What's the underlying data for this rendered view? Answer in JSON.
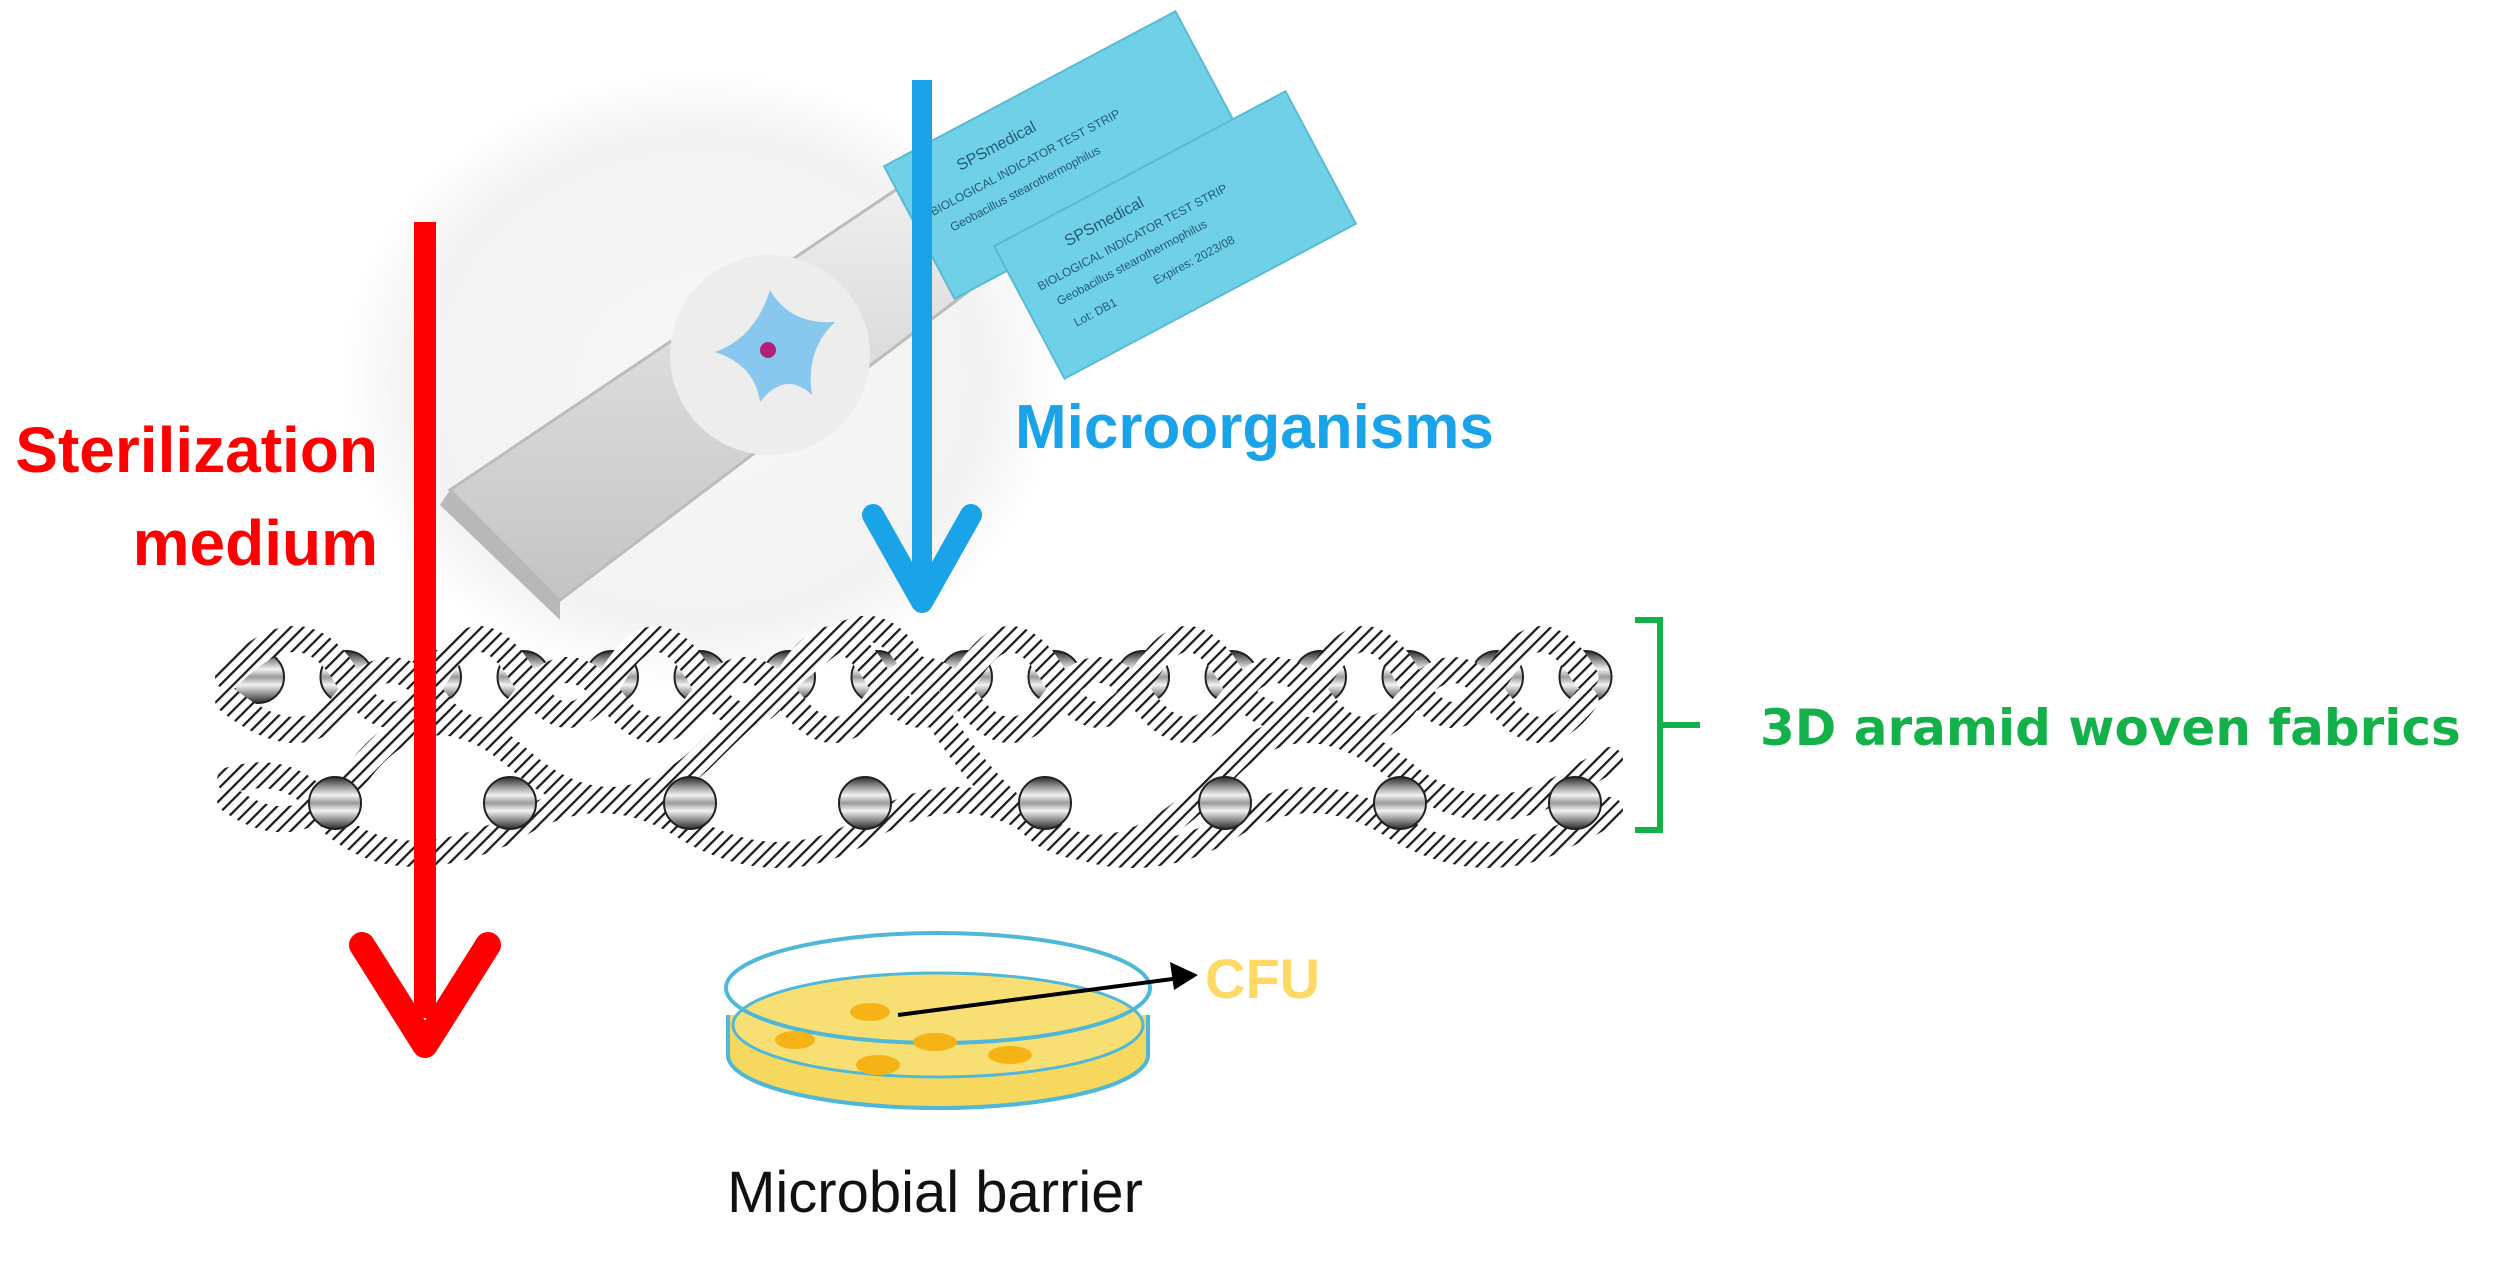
{
  "labels": {
    "sterilization_line1": "Sterilization",
    "sterilization_line2": "medium",
    "microorganisms": "Microorganisms",
    "fabric": "3D aramid woven fabrics",
    "cfu": "CFU",
    "barrier": "Microbial barrier"
  },
  "strip_text": {
    "brand": "SPSmedical",
    "title": "BIOLOGICAL INDICATOR TEST STRIP",
    "organism": "Geobacillus stearothermophilus",
    "lot": "Lot: DB1",
    "expires": "Expires: 2023/08"
  },
  "colors": {
    "sterilization": "#ff0000",
    "microorganisms": "#1aa3e8",
    "fabric_label": "#14b14b",
    "cfu": "#ffd966",
    "barrier_text": "#111111",
    "strip": "#6fd0e8",
    "dish_agar": "#f7d85e",
    "dish_rim": "#4fb8d8",
    "colony": "#f5b316",
    "cell": "#7cc3ee"
  },
  "icons": {
    "sterilization_arrow": "down-arrow-icon",
    "microorganism_arrow": "down-arrow-icon",
    "fabric_bracket": "right-bracket-icon",
    "cfu_pointer": "pointer-arrow-icon"
  }
}
